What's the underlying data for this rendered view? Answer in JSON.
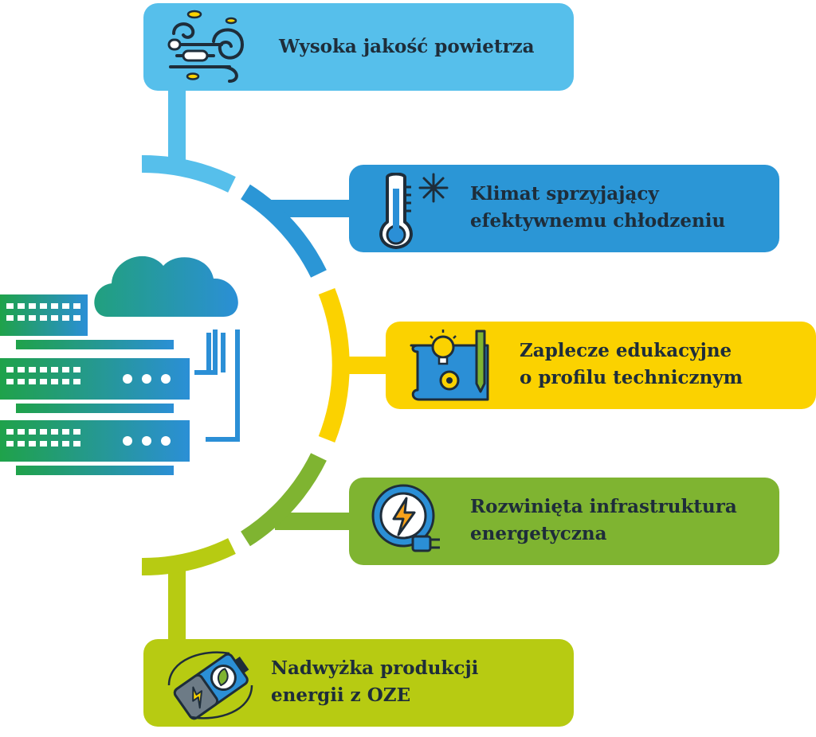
{
  "colors": {
    "air": "#56bfeb",
    "climate": "#2b96d6",
    "education": "#fbd200",
    "energy": "#7fb431",
    "renewables": "#b7cb12",
    "server_gradient_start": "#1fa24a",
    "server_gradient_end": "#2b8fd6",
    "text": "#1e2d3a"
  },
  "items": [
    {
      "id": "air",
      "icon": "wind-swirl-icon",
      "lines": [
        "Wysoka jakość powietrza"
      ]
    },
    {
      "id": "climate",
      "icon": "thermometer-snowflake-icon",
      "lines": [
        "Klimat sprzyjający",
        "efektywnemu chłodzeniu"
      ]
    },
    {
      "id": "education",
      "icon": "blueprint-lightbulb-icon",
      "lines": [
        "Zaplecze edukacyjne",
        "o profilu technicznym"
      ]
    },
    {
      "id": "energy",
      "icon": "power-plug-bolt-icon",
      "lines": [
        "Rozwinięta infrastruktura",
        "energetyczna"
      ]
    },
    {
      "id": "renewables",
      "icon": "battery-leaf-icon",
      "lines": [
        "Nadwyżka produkcji",
        "energii z OZE"
      ]
    }
  ],
  "center_icon": "cloud-server-icon"
}
